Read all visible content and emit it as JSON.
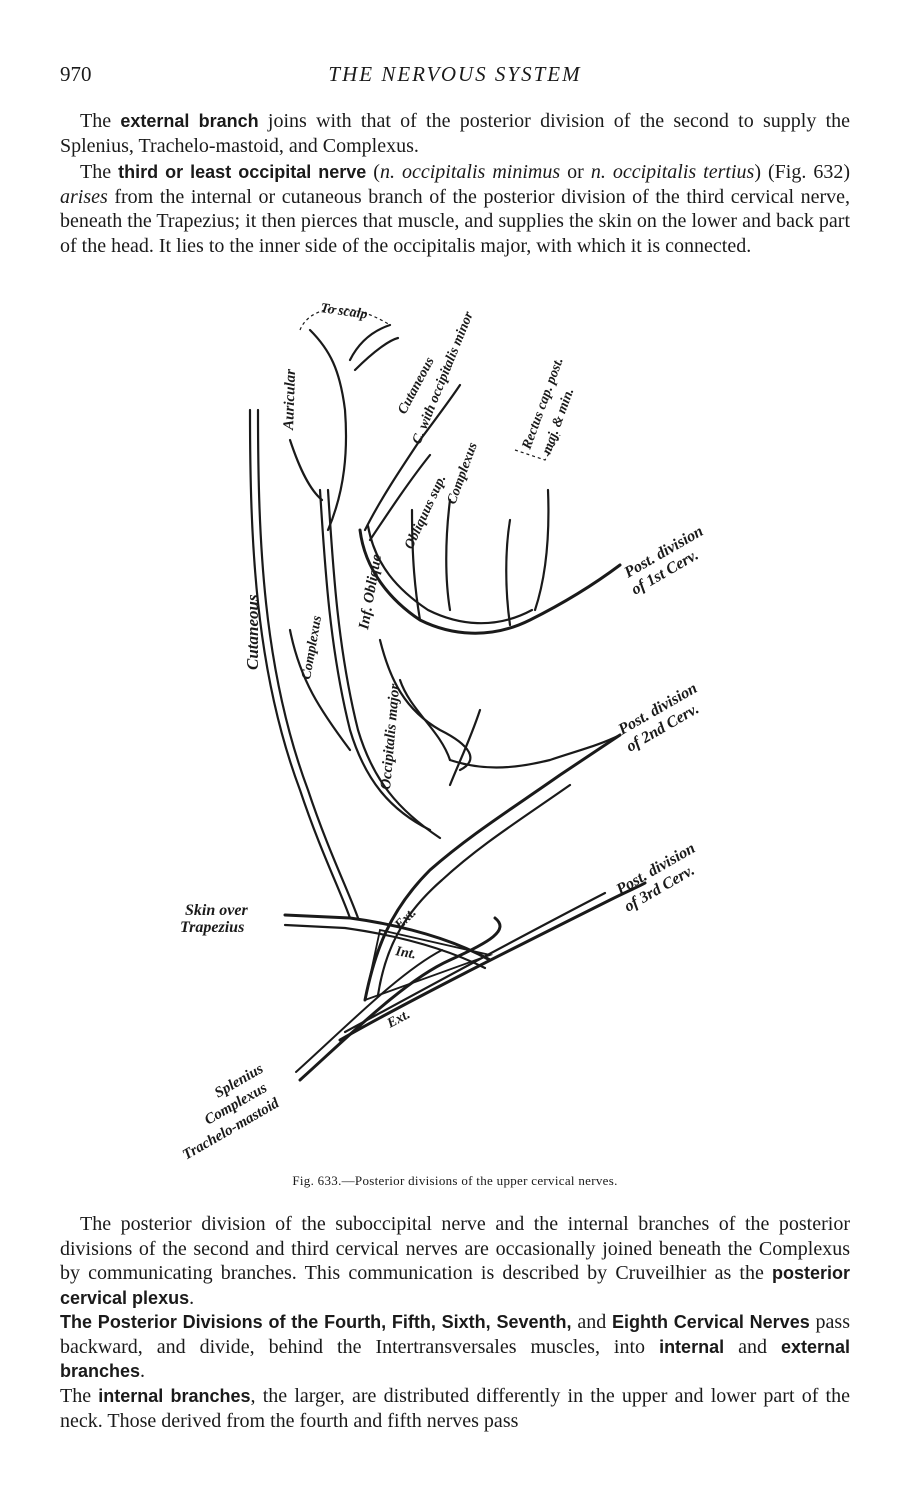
{
  "header": {
    "page_number": "970",
    "running_title": "THE NERVOUS SYSTEM"
  },
  "paragraph1": {
    "t1": "The ",
    "b1": "external branch",
    "t2": " joins with that of the posterior division of the second to supply the Splenius, Trachelo-mastoid, and Complexus."
  },
  "paragraph2": {
    "t1": "The ",
    "b1": "third or least occipital nerve",
    "t2": " (",
    "i1": "n. occipitalis minimus",
    "t3": " or ",
    "i2": "n. occipitalis tertius",
    "t4": ") (Fig. 632) ",
    "i3": "arises",
    "t5": " from the internal or cutaneous branch of the posterior division of the third cervical nerve, beneath the Trapezius; it then pierces that muscle, and supplies the skin on the lower and back part of the head. It lies to the inner side of the occipitalis major, with which it is connected."
  },
  "figure": {
    "labels": {
      "to_scalp": "To scalp",
      "auricular": "Auricular",
      "cutaneous_top": "Cutaneous",
      "c_with_occipitalis_minor": "C. with occipitalis minor",
      "rectus_post": "Rectus cap. post.",
      "maj_min": "maj. & min.",
      "obliquus_sup": "Obliquus sup.",
      "complexus_top": "Complexus",
      "post_div_1": "Post. division",
      "of_1st_cerv": "of 1st Cerv.",
      "cutaneous_left": "Cutaneous",
      "complexus_mid": "Complexus",
      "inf_oblique": "Inf. Oblique",
      "occipitalis_major": "Occipitalis major",
      "post_div_2": "Post. division",
      "of_2nd_cerv": "of 2nd Cerv.",
      "skin_over": "Skin over",
      "trapezius": "Trapezius",
      "ext_upper": "Ext.",
      "int": "Int.",
      "post_div_3": "Post. division",
      "of_3rd_cerv": "of 3rd Cerv.",
      "ext_lower": "Ext.",
      "splenius": "Splenius",
      "complexus_bottom": "Complexus",
      "trachelo_mastoid": "Trachelo-mastoid"
    }
  },
  "caption": {
    "text": "Fig. 633.—Posterior divisions of the upper cervical nerves."
  },
  "paragraph3": {
    "t1": "The posterior division of the suboccipital nerve and the internal branches of the posterior divisions of the second and third cervical nerves are occasionally joined beneath the Complexus by communicating branches. This communication is described by Cruveilhier as the ",
    "b1": "posterior cervical plexus",
    "t2": "."
  },
  "paragraph4": {
    "b1": "The Posterior Divisions of the Fourth, Fifth, Sixth, Seventh,",
    "t1": " and ",
    "b2": "Eighth Cervical Nerves",
    "t2": " pass backward, and divide, behind the Intertransversales muscles, into ",
    "b3": "internal",
    "t3": " and ",
    "b4": "external branches",
    "t4": "."
  },
  "paragraph5": {
    "t1": "The ",
    "b1": "internal branches",
    "t2": ", the larger, are distributed differently in the upper and lower part of the neck. Those derived from the fourth and fifth nerves pass"
  }
}
